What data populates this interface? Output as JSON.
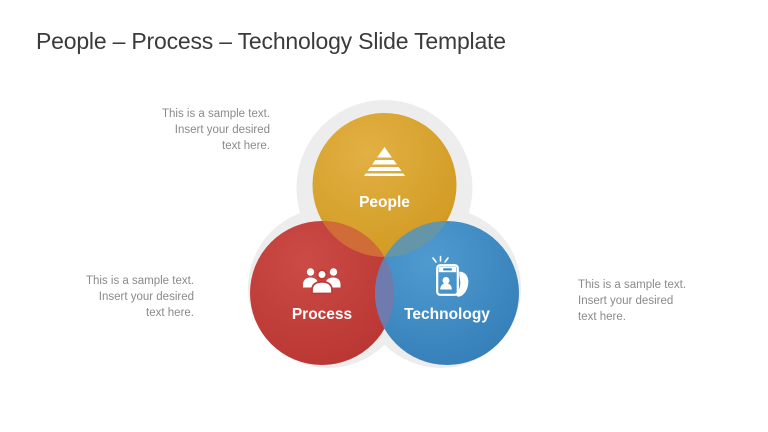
{
  "slide": {
    "title": "People – Process – Technology Slide Template",
    "title_color": "#3B3B3B",
    "background_color": "#FFFFFF"
  },
  "diagram": {
    "type": "venn",
    "halo_color": "#EDEDEE",
    "label_color": "#FFFFFF",
    "circles": [
      {
        "label": "People",
        "color": "#D9A32B",
        "icon": "pyramid-icon",
        "position": "top"
      },
      {
        "label": "Process",
        "color": "#C23E3E",
        "icon": "team-icon",
        "position": "bottom-left"
      },
      {
        "label": "Technology",
        "color": "#3E8CC4",
        "icon": "smartphone-hand-icon",
        "position": "bottom-right"
      }
    ],
    "overlap_colors": {
      "people_process": "#D06C37",
      "people_technology": "#6495A8",
      "process_technology": "#6F7BAE",
      "center": "#7B91AD"
    }
  },
  "note_color": "#8A8A8A",
  "notes": [
    {
      "position": "top-left",
      "align": "right",
      "lines": [
        "This is a sample text.",
        "Insert your desired",
        "text here."
      ]
    },
    {
      "position": "middle-left",
      "align": "right",
      "lines": [
        "This is a sample text.",
        "Insert your desired",
        "text here."
      ]
    },
    {
      "position": "middle-right",
      "align": "left",
      "lines": [
        "This is a sample text.",
        "Insert your desired",
        "text here."
      ]
    }
  ]
}
